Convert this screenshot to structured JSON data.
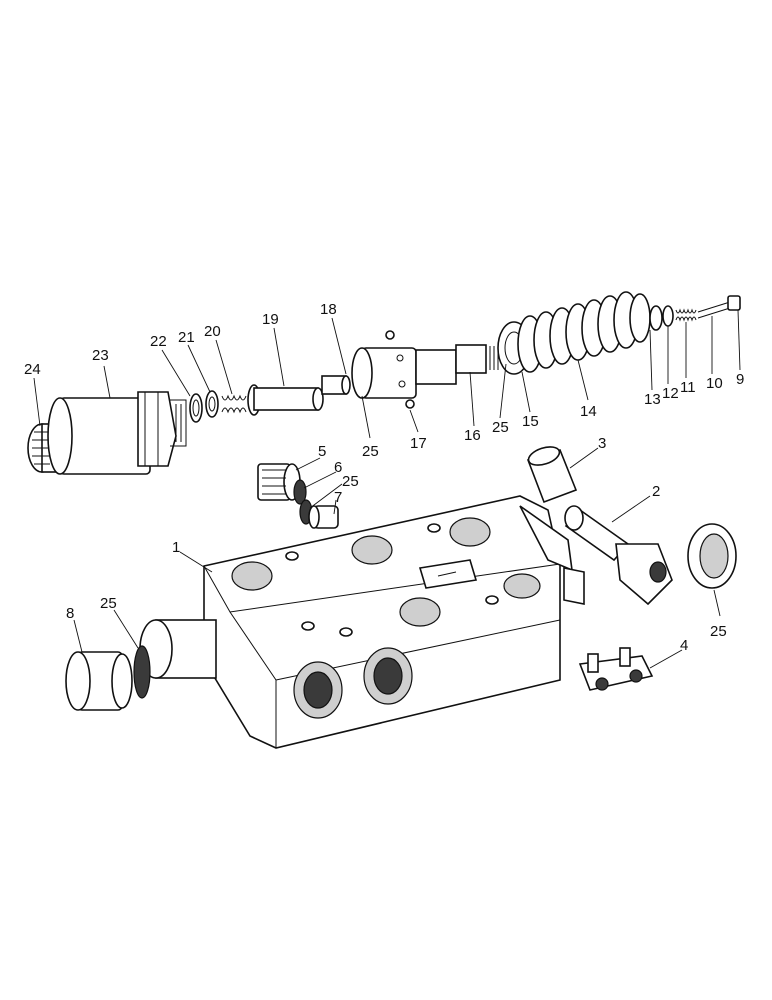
{
  "callouts": [
    {
      "id": "c24",
      "text": "24"
    },
    {
      "id": "c23",
      "text": "23"
    },
    {
      "id": "c22",
      "text": "22"
    },
    {
      "id": "c21",
      "text": "21"
    },
    {
      "id": "c20",
      "text": "20"
    },
    {
      "id": "c19",
      "text": "19"
    },
    {
      "id": "c18",
      "text": "18"
    },
    {
      "id": "c25a",
      "text": "25"
    },
    {
      "id": "c17",
      "text": "17"
    },
    {
      "id": "c16",
      "text": "16"
    },
    {
      "id": "c25b",
      "text": "25"
    },
    {
      "id": "c15",
      "text": "15"
    },
    {
      "id": "c14",
      "text": "14"
    },
    {
      "id": "c13",
      "text": "13"
    },
    {
      "id": "c12",
      "text": "12"
    },
    {
      "id": "c11",
      "text": "11"
    },
    {
      "id": "c10",
      "text": "10"
    },
    {
      "id": "c9",
      "text": "9"
    },
    {
      "id": "c5",
      "text": "5"
    },
    {
      "id": "c6",
      "text": "6"
    },
    {
      "id": "c25c",
      "text": "25"
    },
    {
      "id": "c7",
      "text": "7"
    },
    {
      "id": "c3",
      "text": "3"
    },
    {
      "id": "c2",
      "text": "2"
    },
    {
      "id": "c1",
      "text": "1"
    },
    {
      "id": "c8",
      "text": "8"
    },
    {
      "id": "c25d",
      "text": "25"
    },
    {
      "id": "c25e",
      "text": "25"
    },
    {
      "id": "c4",
      "text": "4"
    }
  ]
}
